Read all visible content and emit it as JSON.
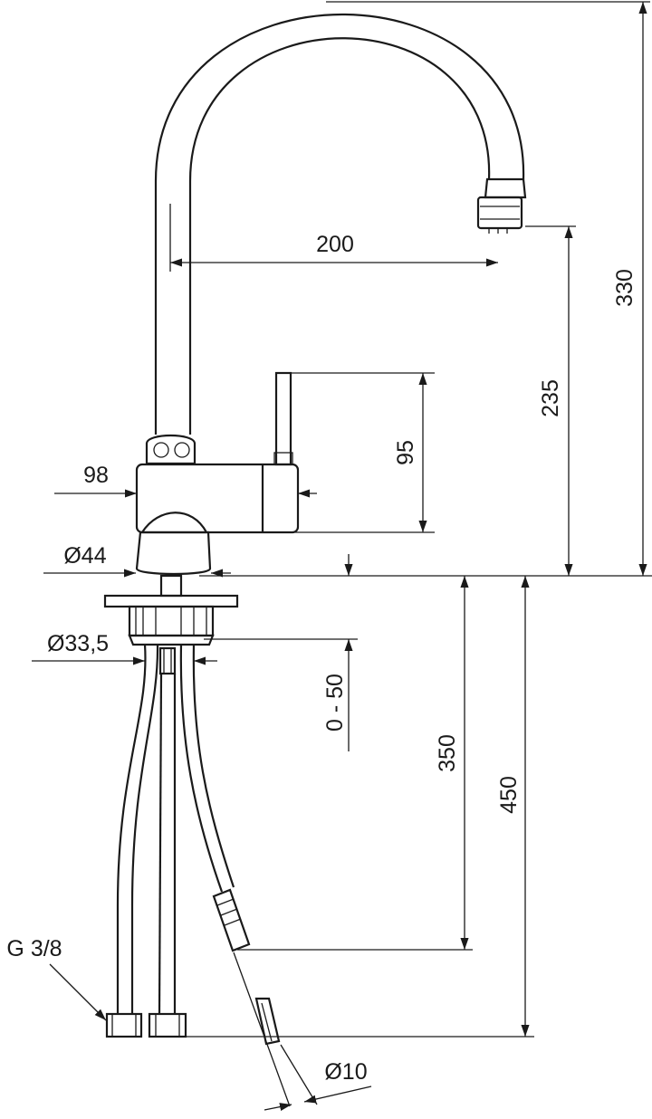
{
  "dimensions": {
    "spout_reach": "200",
    "total_height": "330",
    "spout_height": "235",
    "lever_height": "95",
    "body_length": "98",
    "base_diameter": "Ø44",
    "shank_diameter": "Ø33,5",
    "deck_thickness": "0 - 50",
    "hose_length_inner": "350",
    "hose_length_outer": "450",
    "hose_thread": "G 3/8",
    "hose_diameter": "Ø10"
  }
}
